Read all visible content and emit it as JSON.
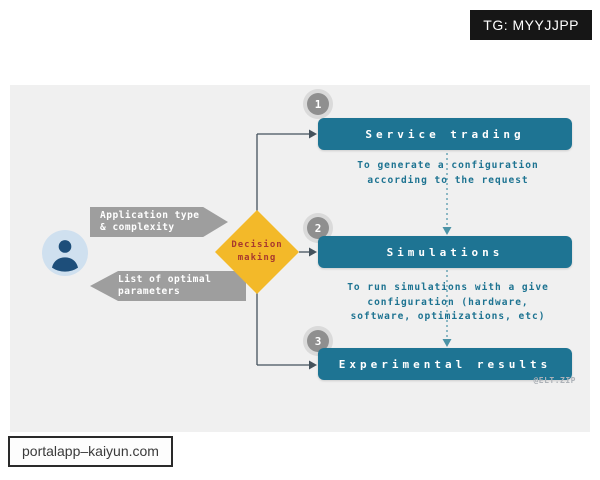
{
  "overlay": {
    "tg_label": "TG: MYYJJPP",
    "site_label": "portalapp–kaiyun.com"
  },
  "diagram": {
    "input_arrow": "Application type\n& complexity",
    "output_arrow": "List of optimal\nparameters",
    "decision_label": "Decision\nmaking",
    "steps": [
      {
        "number": "1",
        "title": "Service trading",
        "description": "To generate a configuration\naccording to the request"
      },
      {
        "number": "2",
        "title": "Simulations",
        "description": "To run simulations with a give\nconfiguration (hardware,\nsoftware, optimizations, etc)"
      },
      {
        "number": "3",
        "title": "Experimental results",
        "description": ""
      }
    ],
    "watermark": "@ELT.ZIP",
    "colors": {
      "step_box": "#1e7493",
      "decision_diamond": "#f3b929",
      "decision_text": "#a8392e",
      "gray_arrow": "#9e9e9e",
      "description_text": "#1d7391",
      "panel_background": "#f0f0f0"
    }
  }
}
